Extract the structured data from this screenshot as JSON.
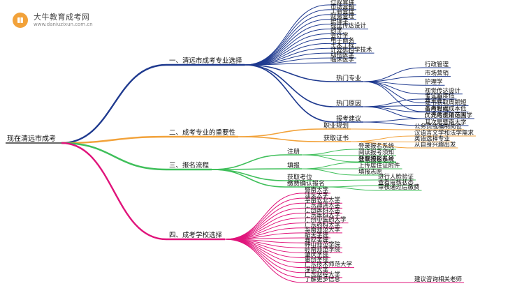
{
  "logo": {
    "name": "大牛教育成考网",
    "url": "www.daniuzixun.com.cn"
  },
  "root": "现在清远市成考",
  "colors": {
    "s1": "#1f3a8f",
    "s2": "#f2a23a",
    "s3": "#3fbf5a",
    "s4": "#e0147b"
  },
  "s1": {
    "label": "一、清远市成考专业选择",
    "list": [
      "行政管理",
      "市场营销",
      "工商管理",
      "财务管理",
      "护理学",
      "视觉传达设计",
      "药学",
      "会计学",
      "电子商务",
      "土木工程",
      "计算机科学技术",
      "动物医学",
      "临床医学"
    ],
    "hot": {
      "label": "热门专业",
      "items": [
        "行政管理",
        "市场营销",
        "护理学",
        "视觉传达设计",
        "会计学",
        "工商管理"
      ]
    },
    "reason": {
      "label": "热门原因",
      "items": [
        "考试难度低",
        "证书获取周期短",
        "备考时间成本低",
        "广泛的使用范围"
      ]
    },
    "advice": {
      "label": "报考建议",
      "items": [
        "优先考虑清远大学",
        "其次是暨南大学"
      ]
    }
  },
  "s2": {
    "label": "二、成考专业的重要性",
    "career": {
      "label": "职业规划",
      "items": [
        "公务员或编制岗位"
      ]
    },
    "cert": {
      "label": "获取证书",
      "items": [
        "汉语言文学和法学需求",
        "英语选择专业",
        "从自身兴趣出发"
      ]
    }
  },
  "s3": {
    "label": "三、报名流程",
    "reg": {
      "label": "注册",
      "items": [
        "登录报名系统",
        "阅读报考须知",
        "获取预报名号"
      ]
    },
    "fill": {
      "label": "填报",
      "items": [
        "登录报名系统",
        "上传居住证附件",
        "填报志愿"
      ]
    },
    "getno": {
      "label": "获取考位",
      "items": [
        "进行人脸验证"
      ]
    },
    "confirm": {
      "label": "缴费确认报名",
      "items": [
        "查看审核状态",
        "审核通过后缴费"
      ]
    }
  },
  "s4": {
    "label": "四、成考学校选择",
    "items": [
      "暨南大学",
      "汕头大学",
      "华南农业大学",
      "广东海洋大学",
      "广州医科大学",
      "广东医科大学",
      "广州中医药大学",
      "广东药科大学",
      "华南师范大学",
      "韶关学院",
      "嘉应学院",
      "韩山师范学院",
      "岭南师范学院",
      "肇庆学院",
      "惠州学院",
      "广东技术师范大学",
      "深圳大学",
      "广东财经大学",
      "了解更多信息"
    ],
    "note": "建议咨询相关老师"
  }
}
